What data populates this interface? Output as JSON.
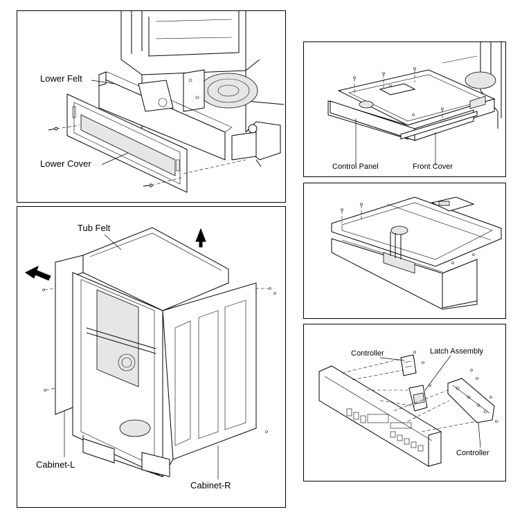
{
  "panels": {
    "lower_cover": {
      "labels": {
        "lower_felt": "Lower Felt",
        "lower_cover": "Lower Cover"
      }
    },
    "control_panel": {
      "labels": {
        "control_panel": "Control Panel",
        "front_cover": "Front Cover"
      }
    },
    "panel_open": {
      "labels": {}
    },
    "cabinet": {
      "labels": {
        "tub_felt": "Tub Felt",
        "cabinet_l": "Cabinet-L",
        "cabinet_r": "Cabinet-R"
      }
    },
    "controller": {
      "labels": {
        "controller_top": "Controller",
        "latch_assembly": "Latch Assembly",
        "controller_bottom": "Controller"
      }
    }
  }
}
